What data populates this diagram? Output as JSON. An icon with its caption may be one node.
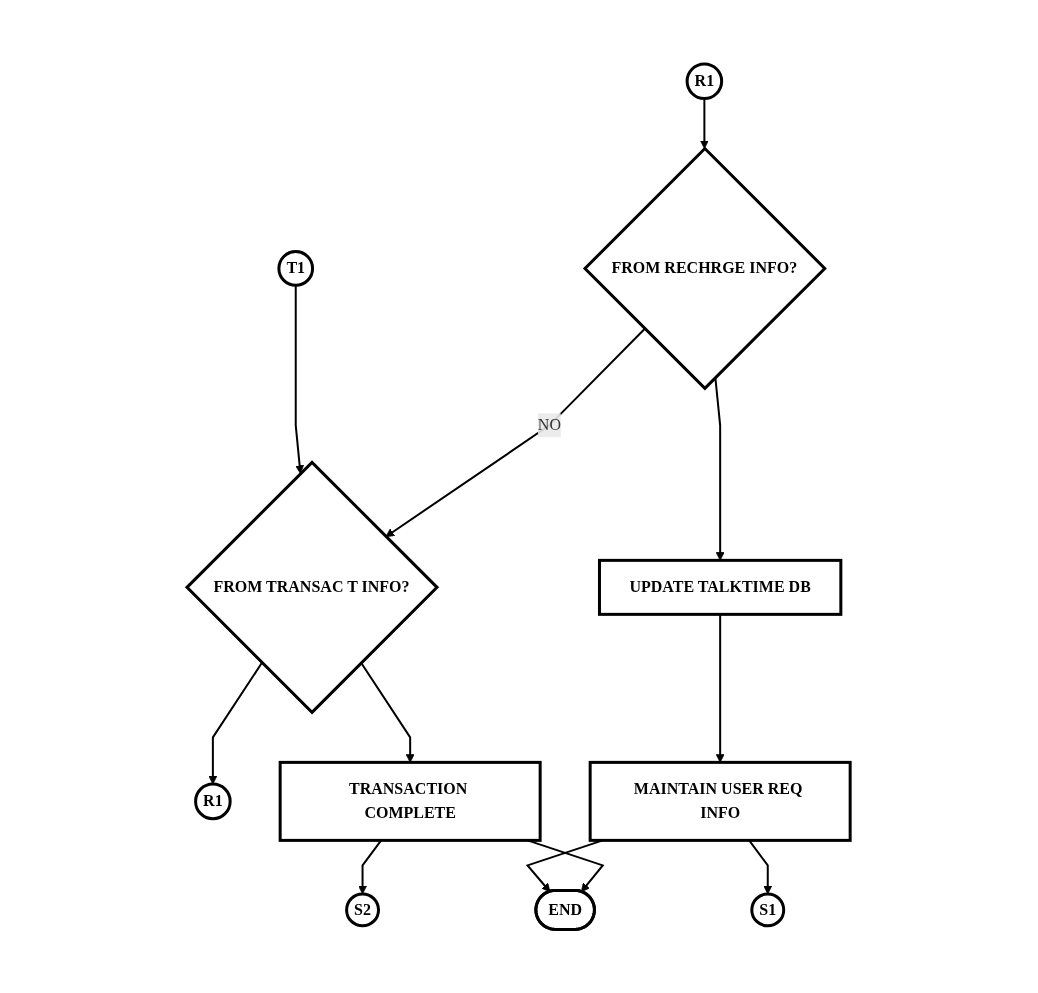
{
  "diagram": {
    "nodes": [
      {
        "text": [
          "R1"
        ]
      },
      {
        "text": [
          "T1"
        ]
      },
      {
        "text": [
          "FROM RECHRGE INFO?"
        ]
      },
      {
        "text": [
          "FROM TRANSAC T INFO?"
        ]
      },
      {
        "text": [
          "R1"
        ]
      },
      {
        "text": [
          "UPDATE TALKTIME DB"
        ]
      },
      {
        "text": [
          "TRANSACTION COMPLETE"
        ]
      },
      {
        "text": [
          "S2"
        ]
      },
      {
        "text": [
          "MAINTAIN USER REQ INFO"
        ]
      },
      {
        "text": [
          "S1"
        ]
      },
      {
        "text": [
          "END"
        ]
      }
    ],
    "edges": [
      {
        "from": 0,
        "to": 2,
        "arrow": "to"
      },
      {
        "from": 1,
        "to": 3,
        "arrow": "to"
      },
      {
        "from": 2,
        "to": 3,
        "label": "NO",
        "arrow": "to"
      },
      {
        "from": 3,
        "to": 4,
        "arrow": "to"
      },
      {
        "from": 2,
        "to": 5,
        "arrow": "to"
      },
      {
        "from": 3,
        "to": 6,
        "arrow": "to"
      },
      {
        "from": 6,
        "to": 7,
        "arrow": "to"
      },
      {
        "from": 5,
        "to": 8,
        "arrow": "to"
      },
      {
        "from": 8,
        "to": 9,
        "arrow": "to"
      },
      {
        "from": 8,
        "to": 10,
        "arrow": "to"
      },
      {
        "from": 6,
        "to": 10,
        "arrow": "to"
      }
    ]
  }
}
